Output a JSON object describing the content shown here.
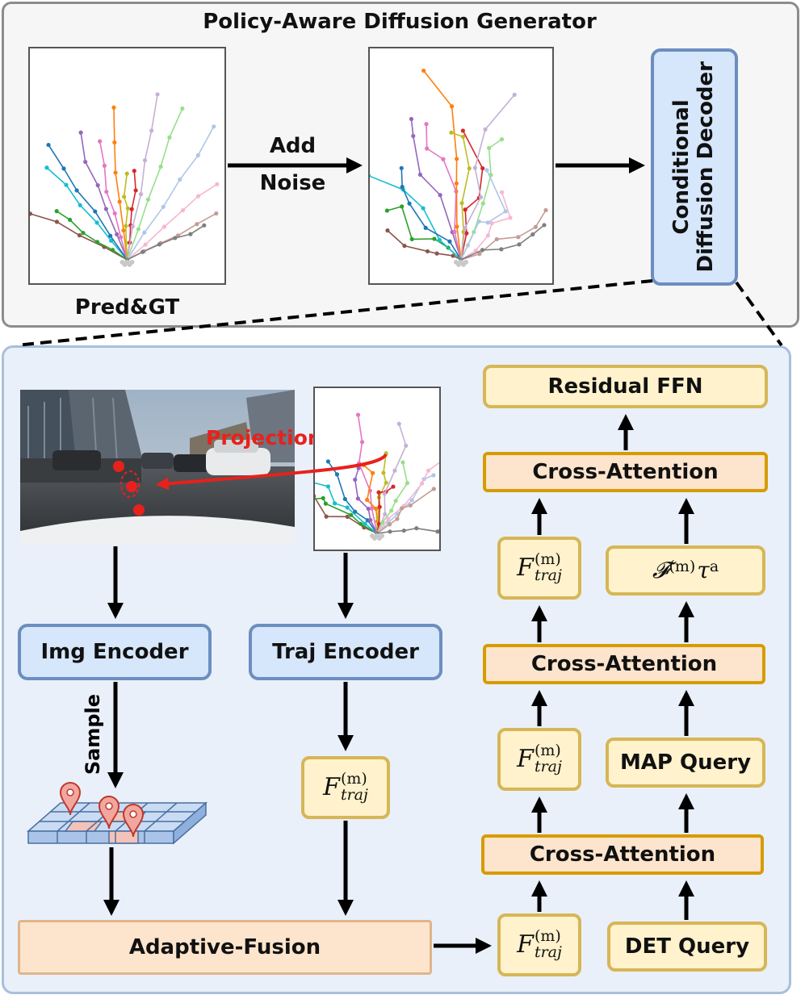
{
  "top_panel": {
    "title": "Policy-Aware Diffusion Generator",
    "plot_label": "Pred&GT",
    "noise_label_line1": "Add",
    "noise_label_line2": "Noise",
    "decoder_line1": "Conditional",
    "decoder_line2": "Diffusion Decoder"
  },
  "bottom_panel": {
    "projection_label": "Projection",
    "img_encoder": "Img Encoder",
    "traj_encoder": "Traj Encoder",
    "sample_label": "Sample",
    "adaptive_fusion": "Adaptive-Fusion",
    "residual_ffn": "Residual FFN",
    "cross_attention": "Cross-Attention",
    "map_query": "MAP Query",
    "det_query": "DET Query",
    "feature_symbol": "F",
    "feature_sup": "(m)",
    "feature_sub": "traj",
    "fused_query_symbol": "𝓕",
    "fused_query_sup": "(m)",
    "fused_query_tau": "τ",
    "fused_query_tau_sup": "a"
  },
  "colors": {
    "blue_fill": "#d6e6fb",
    "blue_border": "#6c8ebf",
    "yellow_fill": "#fff2cc",
    "yellow_border": "#d6b656",
    "orange_fill": "#fde4cc",
    "orange_border": "#d79b00",
    "projection_red": "#e8211c"
  }
}
